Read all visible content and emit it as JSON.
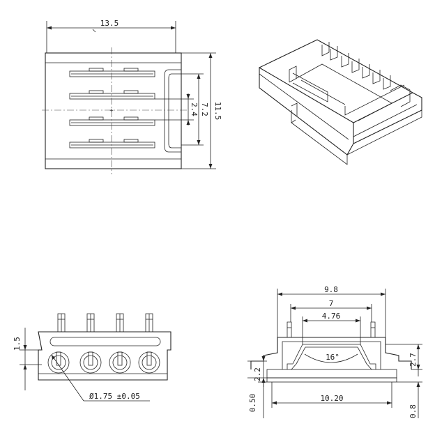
{
  "dimensions": {
    "top_width": "13.5",
    "top_height": "11.5",
    "top_inner_height": "7.2",
    "top_pitch": "2.4",
    "front_height": "1.5",
    "front_diameter": "Ø1.75 ±0.05",
    "side_width": "9.8",
    "side_inner": "7",
    "side_slot": "4.76",
    "side_angle": "16°",
    "side_height_right": "2.7",
    "side_height_left": "2.2",
    "side_base_left": "0.50",
    "side_base_width": "10.20",
    "side_base_right": "0.8"
  }
}
